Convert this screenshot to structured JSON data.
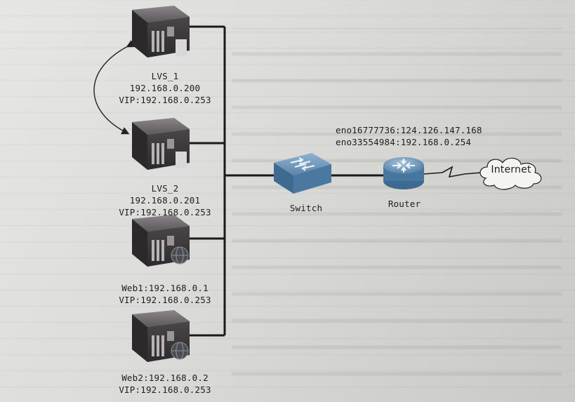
{
  "nodes": {
    "lvs1": {
      "name": "LVS_1",
      "ip": "192.168.0.200",
      "vip": "VIP:192.168.0.253"
    },
    "lvs2": {
      "name": "LVS_2",
      "ip": "192.168.0.201",
      "vip": "VIP:192.168.0.253"
    },
    "web1": {
      "ip": "Web1:192.168.0.1",
      "vip": "VIP:192.168.0.253"
    },
    "web2": {
      "ip": "Web2:192.168.0.2",
      "vip": "VIP:192.168.0.253"
    },
    "switch": {
      "name": "Switch"
    },
    "router": {
      "name": "Router",
      "if1": "eno16777736:124.126.147.168",
      "if2": "eno33554984:192.168.0.254"
    },
    "internet": {
      "name": "Internet"
    }
  },
  "colors": {
    "server_dark": "#3a3a3a",
    "server_top": "#6e6a6c",
    "switch_blue": "#5d85a8",
    "router_blue": "#4f7ca4",
    "line": "#1a1a1a"
  },
  "icons": [
    "server-icon",
    "web-server-icon",
    "switch-icon",
    "router-icon",
    "cloud-icon"
  ]
}
